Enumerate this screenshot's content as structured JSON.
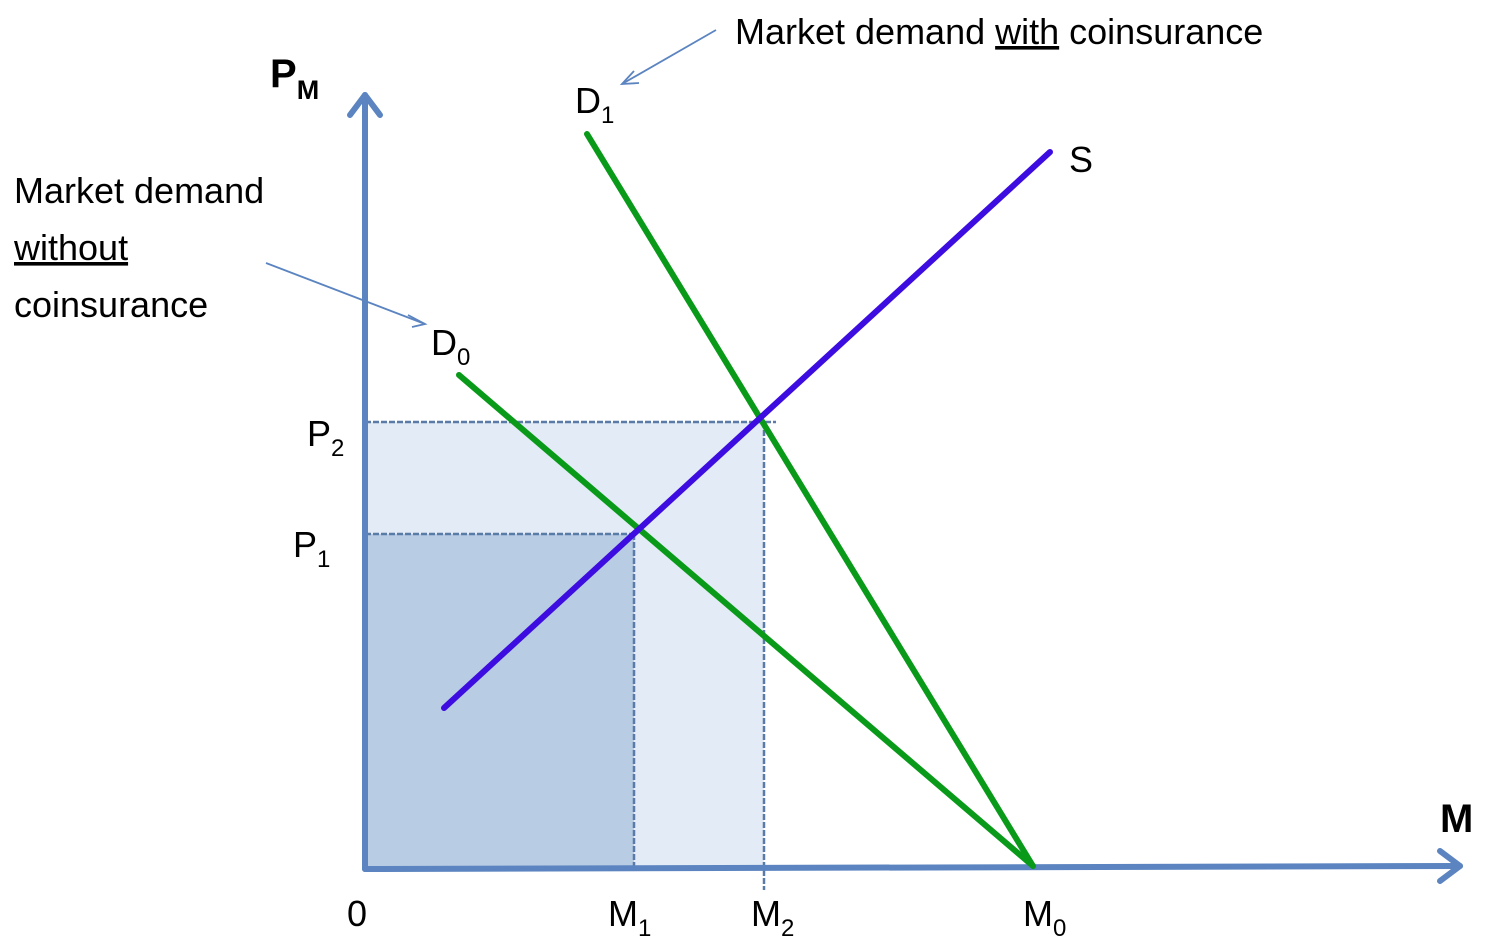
{
  "axes": {
    "y_label": "P",
    "y_label_sub": "M",
    "x_label": "M",
    "origin": "0"
  },
  "ticks": {
    "p1": "P",
    "p1_sub": "1",
    "p2": "P",
    "p2_sub": "2",
    "m1": "M",
    "m1_sub": "1",
    "m2": "M",
    "m2_sub": "2",
    "m0": "M",
    "m0_sub": "0"
  },
  "curves": {
    "supply": "S",
    "d0": "D",
    "d0_sub": "0",
    "d1": "D",
    "d1_sub": "1"
  },
  "annotations": {
    "with_pre": "Market demand ",
    "with_word": "with",
    "with_post": " coinsurance",
    "without_line1": "Market demand",
    "without_line2": "without",
    "without_line3": "coinsurance"
  },
  "colors": {
    "axis": "#5b84c0",
    "supply": "#3c0ce0",
    "demand": "#0a9a1a",
    "outer_rect": "#e3ebf6",
    "inner_rect": "#b8cce4",
    "rect_border": "#5a7aa8",
    "arrow": "#5b84c0"
  }
}
